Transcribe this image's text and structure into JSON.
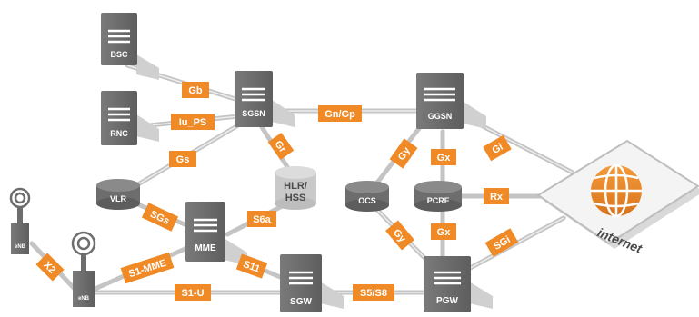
{
  "diagram": {
    "colors": {
      "accent": "#f08a26",
      "node": "#6d6d6d",
      "line": "#c8c8c8",
      "shadow": "#d6d6d6"
    },
    "nodes": {
      "bsc": "BSC",
      "rnc": "RNC",
      "sgsn": "SGSN",
      "ggsn": "GGSN",
      "mme": "MME",
      "sgw": "SGW",
      "pgw": "PGW",
      "vlr": "VLR",
      "hlr_hss": [
        "HLR/",
        "HSS"
      ],
      "ocs": "OCS",
      "pcrf": "PCRF",
      "enb_1": "eNB",
      "enb_2": "eNB",
      "internet": "internet"
    },
    "interfaces": {
      "gb": "Gb",
      "iu_ps": "Iu_PS",
      "gn_gp": "Gn/Gp",
      "gr": "Gr",
      "gs": "Gs",
      "sgs": "SGs",
      "s6a": "S6a",
      "s1_mme": "S1-MME",
      "s11": "S11",
      "s1_u": "S1-U",
      "s5_s8": "S5/S8",
      "x2": "X2",
      "gy_1": "Gy",
      "gx_1": "Gx",
      "gx_2": "Gx",
      "gy_2": "Gy",
      "rx": "Rx",
      "gi": "Gi",
      "sgi": "SGi"
    }
  }
}
